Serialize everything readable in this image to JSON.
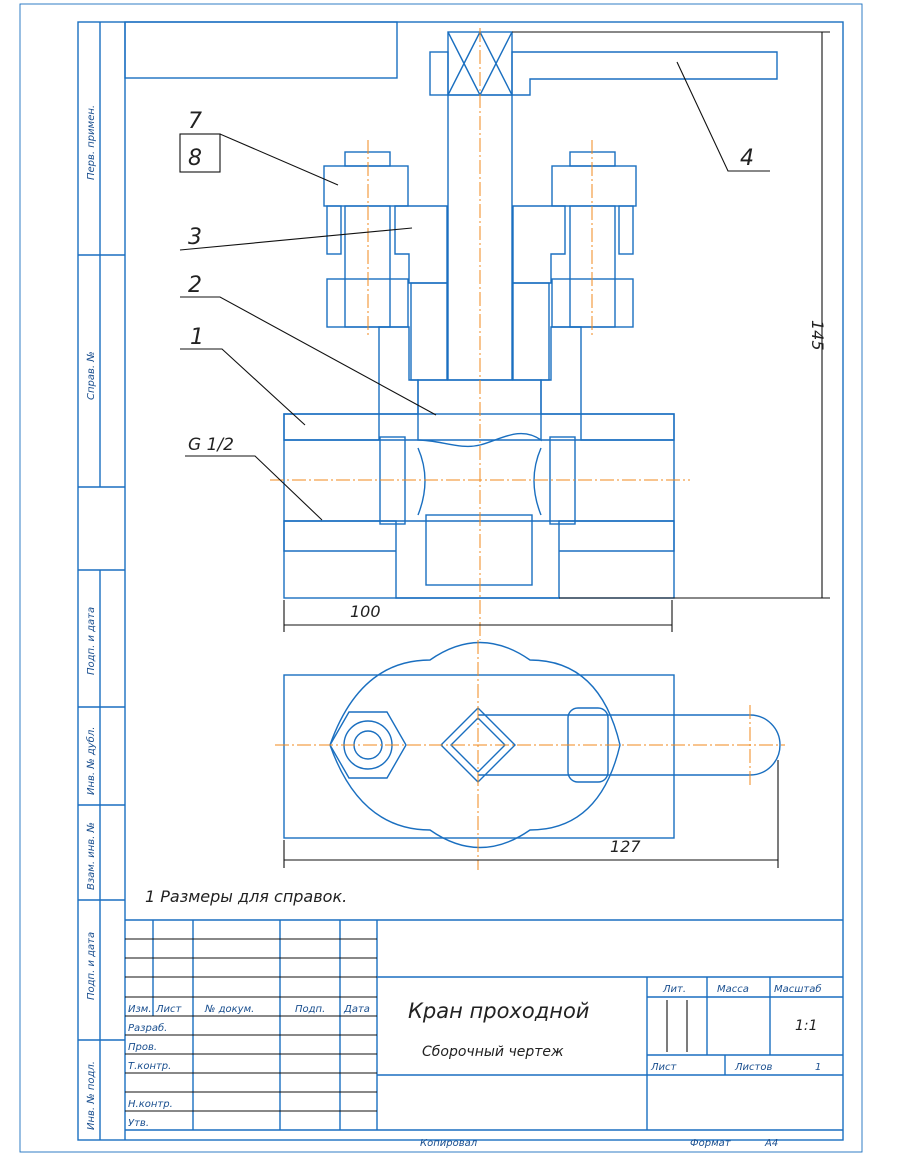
{
  "drawing": {
    "labels": {
      "p7": "7",
      "p8": "8",
      "p3": "3",
      "p2": "2",
      "p1": "1",
      "thread": "G 1/2",
      "p4": "4"
    },
    "dimensions": {
      "height": "145",
      "width": "100",
      "length": "127"
    },
    "note": "1 Размеры для справок."
  },
  "side_strip": [
    "Перв. примен.",
    "Справ. №",
    "Подп. и дата",
    "Инв. № дубл.",
    "Взам. инв. №",
    "Подп. и дата",
    "Инв. № подл."
  ],
  "title_block": {
    "headers": [
      "Изм.",
      "Лист",
      "№ докум.",
      "Подп.",
      "Дата"
    ],
    "roles": [
      "Разраб.",
      "Пров.",
      "Т.контр.",
      "",
      "Н.контр.",
      "Утв."
    ],
    "title": "Кран проходной",
    "subtitle": "Сборочный чертеж",
    "lit_label": "Лит.",
    "mass_label": "Масса",
    "scale_label": "Масштаб",
    "scale_value": "1:1",
    "sheet_label": "Лист",
    "sheets_label": "Листов",
    "sheets_value": "1",
    "copied": "Копировал",
    "format_label": "Формат",
    "format_value": "A4"
  }
}
